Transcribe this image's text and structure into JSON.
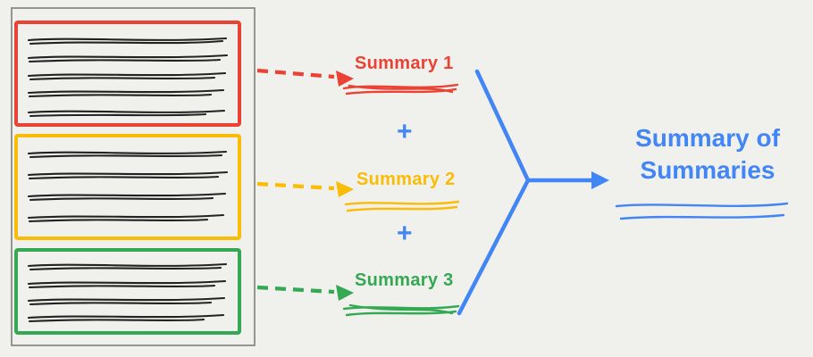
{
  "diagram": {
    "title": "Summary of Summaries",
    "plus_sign": "+",
    "summaries": [
      {
        "label": "Summary 1",
        "color": "#EA4335"
      },
      {
        "label": "Summary 2",
        "color": "#FBBC05"
      },
      {
        "label": "Summary 3",
        "color": "#34A853"
      }
    ],
    "colors": {
      "red": "#EA4335",
      "orange": "#FBBC05",
      "green": "#34A853",
      "blue": "#4285F4",
      "ink": "#222222",
      "document_border": "#7d7d7d",
      "background": "#f0f0ed"
    }
  }
}
